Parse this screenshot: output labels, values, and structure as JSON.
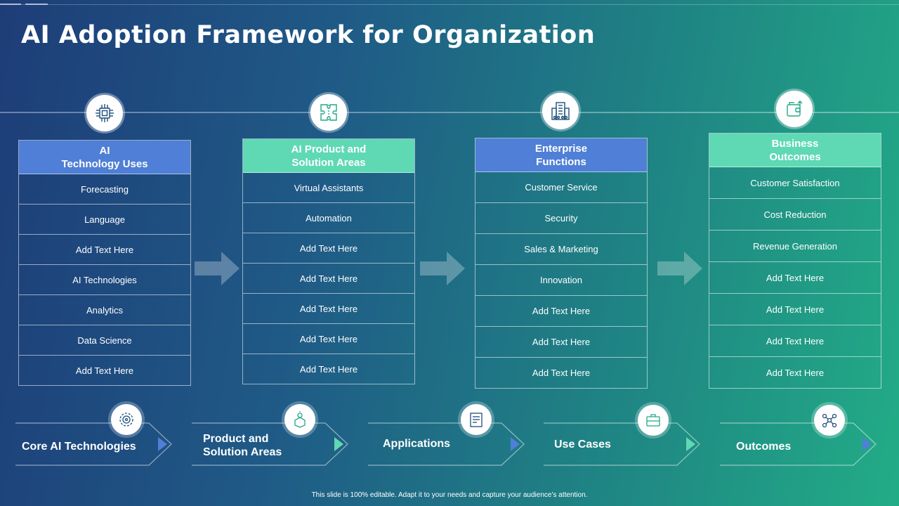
{
  "title": "AI Adoption Framework for Organization",
  "columns": [
    {
      "header_line1": "AI",
      "header_line2": "Technology Uses",
      "icon": "chip-icon",
      "rows": [
        "Forecasting",
        "Language",
        "Add Text Here",
        "AI Technologies",
        "Analytics",
        "Data Science",
        "Add Text Here"
      ]
    },
    {
      "header_line1": "AI Product and",
      "header_line2": "Solution Areas",
      "icon": "puzzle-icon",
      "rows": [
        "Virtual Assistants",
        "Automation",
        "Add Text Here",
        "Add Text Here",
        "Add Text Here",
        "Add Text Here",
        "Add Text Here"
      ]
    },
    {
      "header_line1": "Enterprise",
      "header_line2": "Functions",
      "icon": "building-icon",
      "rows": [
        "Customer Service",
        "Security",
        "Sales & Marketing",
        "Innovation",
        "Add Text Here",
        "Add Text Here",
        "Add Text Here"
      ]
    },
    {
      "header_line1": "Business",
      "header_line2": "Outcomes",
      "icon": "wallet-icon",
      "rows": [
        "Customer Satisfaction",
        "Cost Reduction",
        "Revenue  Generation",
        "Add Text Here",
        "Add Text Here",
        "Add Text Here",
        "Add Text Here"
      ]
    }
  ],
  "bottom": [
    {
      "line1": "Core AI  Technologies",
      "line2": "",
      "icon": "ai-gear-icon",
      "arrow_color": "#4f7fd6"
    },
    {
      "line1": "Product and",
      "line2": "Solution Areas",
      "icon": "lightbulb-box-icon",
      "arrow_color": "#5fd9b4"
    },
    {
      "line1": "Applications",
      "line2": "",
      "icon": "document-icon",
      "arrow_color": "#4f7fd6"
    },
    {
      "line1": "Use Cases",
      "line2": "",
      "icon": "briefcase-icon",
      "arrow_color": "#5fd9b4"
    },
    {
      "line1": "Outcomes",
      "line2": "",
      "icon": "network-icon",
      "arrow_color": "#4f7fd6"
    }
  ],
  "colors": {
    "blue_header": "#4f7fd6",
    "green_header": "#5fd9b4"
  },
  "footnote": "This slide is 100% editable.  Adapt it to your needs and capture your audience’s attention."
}
